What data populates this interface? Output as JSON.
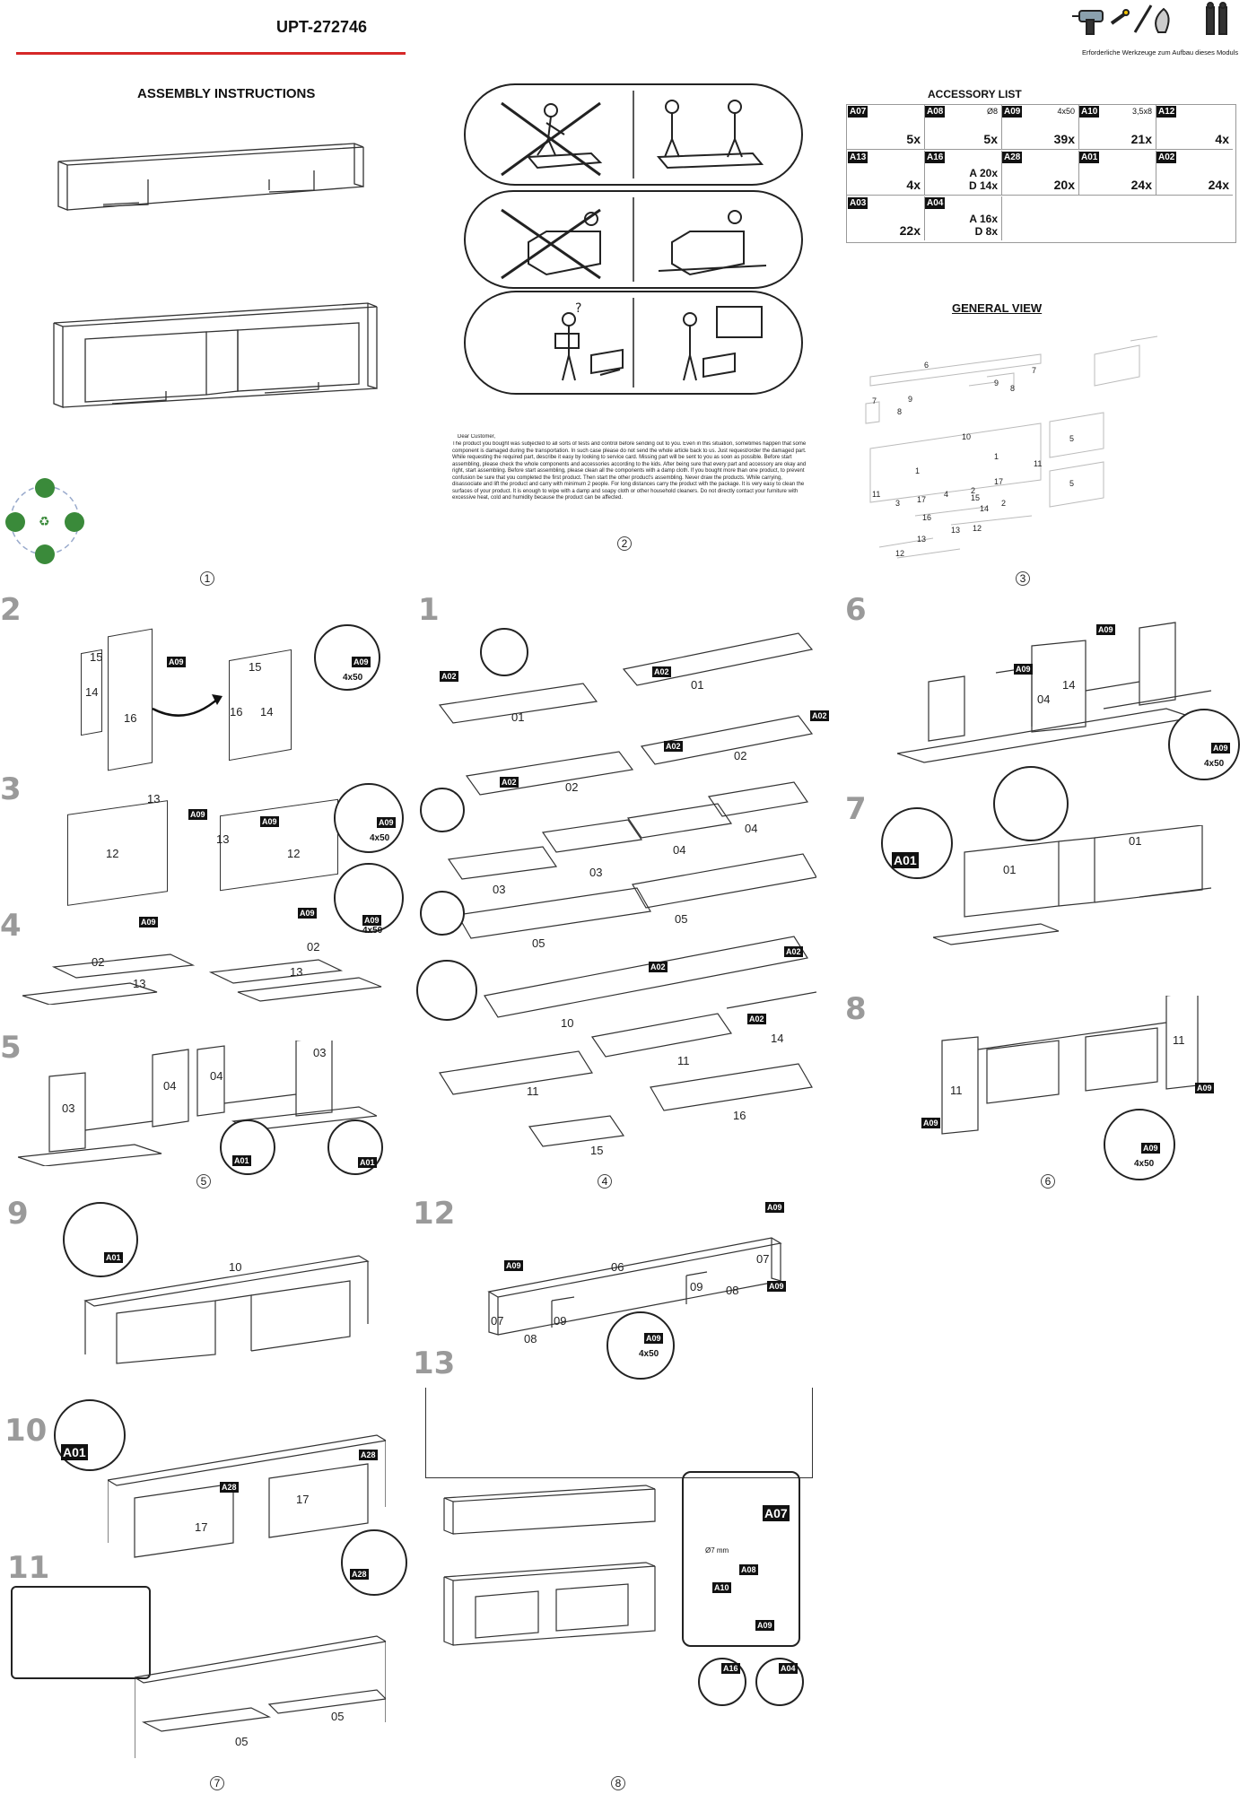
{
  "header": {
    "product_code": "UPT-272746",
    "tools_caption": "Erforderliche Werkzeuge zum Aufbau dieses Moduls",
    "accent_color": "#d62828"
  },
  "cover": {
    "title": "ASSEMBLY INSTRUCTIONS",
    "page_number": "1"
  },
  "notice": {
    "page_number": "2",
    "greeting": "Dear Customer,",
    "body": "The product you bought was subjected to all sorts of tests and control before sending out to you. Even in this situation, sometimes happen that some component is damaged during the transportation. In such case please do not send the whole article back to us. Just request/order the damaged part. While requesting the required part, describe it easy by looking to service card. Missing part will be sent to you as soon as possible. Before start assembling, please check the whole components and accessories according to the kids. After being sure that every part and accessory are okay and right, start assembling. Before start assembling, please clean all the components with a damp cloth. If you bought more than one product, to prevent confusion be sure that you completed the first product. Then start the other product's assembling. Never draw the products. While carrying, disassociate and lift the product and carry with minimum 2 people. For long distances carry the product with the package. It is very easy to clean the surfaces of your product. It is enough to wipe with a damp and soapy cloth or other household cleaners. Do not directly contact your furniture with excessive heat, cold and humidity because the product can be affected."
  },
  "accessory_list": {
    "title": "ACCESSORY LIST",
    "items": [
      {
        "code": "A07",
        "qty": "5x",
        "dim": ""
      },
      {
        "code": "A08",
        "qty": "5x",
        "dim": "Ø8"
      },
      {
        "code": "A09",
        "qty": "39x",
        "dim": "4x50"
      },
      {
        "code": "A10",
        "qty": "21x",
        "dim": "3,5x8"
      },
      {
        "code": "A12",
        "qty": "4x",
        "dim": ""
      },
      {
        "code": "A13",
        "qty": "4x",
        "dim": ""
      },
      {
        "code": "A16",
        "qty": "",
        "dim": "",
        "sub": [
          "A 20x",
          "D 14x"
        ]
      },
      {
        "code": "A28",
        "qty": "20x",
        "dim": ""
      },
      {
        "code": "A01",
        "qty": "24x",
        "dim": ""
      },
      {
        "code": "A02",
        "qty": "24x",
        "dim": ""
      },
      {
        "code": "A03",
        "qty": "22x",
        "dim": ""
      },
      {
        "code": "A04",
        "qty": "",
        "dim": "",
        "sub": [
          "A 16x",
          "D 8x"
        ]
      }
    ]
  },
  "general_view": {
    "title": "GENERAL VIEW",
    "page_number": "3",
    "labels": [
      "6",
      "7",
      "9",
      "8",
      "7",
      "9",
      "8",
      "10",
      "5",
      "1",
      "11",
      "1",
      "5",
      "11",
      "3",
      "17",
      "4",
      "15",
      "17",
      "2",
      "14",
      "2",
      "16",
      "13",
      "12",
      "13",
      "12"
    ]
  },
  "steps": [
    {
      "num": "2",
      "parts": [
        "15",
        "14",
        "16",
        "15",
        "16",
        "14"
      ],
      "fastener": "A09",
      "size": "4x50"
    },
    {
      "num": "3",
      "parts": [
        "13",
        "12",
        "13",
        "12"
      ],
      "fastener": "A09",
      "size": "4x50"
    },
    {
      "num": "4",
      "parts": [
        "02",
        "13",
        "02",
        "13"
      ],
      "fastener": "A09",
      "size": "4x50"
    },
    {
      "num": "5",
      "parts": [
        "03",
        "04",
        "04",
        "03"
      ],
      "fastener": "A01",
      "size": ""
    },
    {
      "num": "1",
      "parts": [
        "01",
        "01",
        "02",
        "02",
        "04",
        "03",
        "03",
        "04",
        "05",
        "05",
        "10",
        "14",
        "11",
        "11",
        "16",
        "15"
      ],
      "fastener": "A02",
      "size": ""
    },
    {
      "num": "6",
      "parts": [
        "04",
        "14"
      ],
      "fastener": "A09",
      "size": "4x50"
    },
    {
      "num": "7",
      "parts": [
        "01",
        "01"
      ],
      "fastener": "A01",
      "size": ""
    },
    {
      "num": "8",
      "parts": [
        "11",
        "11"
      ],
      "fastener": "A09",
      "size": "4x50"
    },
    {
      "num": "9",
      "parts": [
        "10"
      ],
      "fastener": "A01",
      "size": ""
    },
    {
      "num": "10",
      "parts": [
        "17",
        "17"
      ],
      "fastener": "A28",
      "size": ""
    },
    {
      "num": "11",
      "parts": [
        "05",
        "05"
      ],
      "fastener": "",
      "size": ""
    },
    {
      "num": "12",
      "parts": [
        "06",
        "07",
        "09",
        "08",
        "07",
        "09",
        "08"
      ],
      "fastener": "A09",
      "size": "4x50"
    },
    {
      "num": "13",
      "parts": [],
      "fastener": "A07",
      "size": "Ø7 mm"
    }
  ],
  "page_numbers": {
    "p4": "4",
    "p5": "5",
    "p6": "6",
    "p7": "7",
    "p8": "8"
  },
  "wall_detail": {
    "codes": [
      "A07",
      "A08",
      "A10",
      "A09",
      "A16",
      "A04"
    ],
    "drill": "Ø7 mm"
  }
}
